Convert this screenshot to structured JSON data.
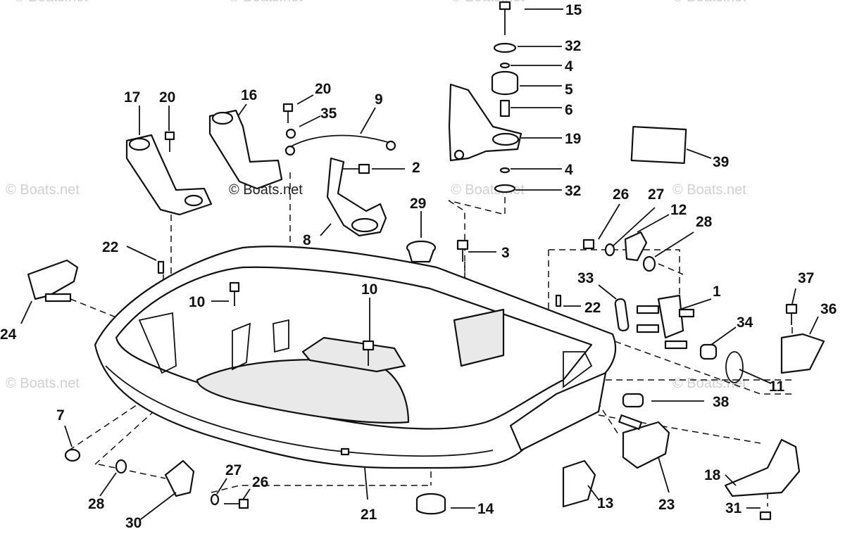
{
  "watermark_text": "© Boats.net",
  "callouts": {
    "c1": "1",
    "c2": "2",
    "c3": "3",
    "c4a": "4",
    "c4b": "4",
    "c5": "5",
    "c6": "6",
    "c7": "7",
    "c8": "8",
    "c9": "9",
    "c10a": "10",
    "c10b": "10",
    "c11": "11",
    "c12": "12",
    "c13": "13",
    "c14": "14",
    "c15": "15",
    "c16": "16",
    "c17": "17",
    "c18": "18",
    "c19": "19",
    "c20a": "20",
    "c20b": "20",
    "c21": "21",
    "c22a": "22",
    "c22b": "22",
    "c23": "23",
    "c24": "24",
    "c26a": "26",
    "c26b": "26",
    "c27a": "27",
    "c27b": "27",
    "c28a": "28",
    "c28b": "28",
    "c29": "29",
    "c30": "30",
    "c31": "31",
    "c32a": "32",
    "c32b": "32",
    "c33": "33",
    "c34": "34",
    "c35": "35",
    "c36": "36",
    "c37": "37",
    "c38": "38",
    "c39": "39"
  }
}
